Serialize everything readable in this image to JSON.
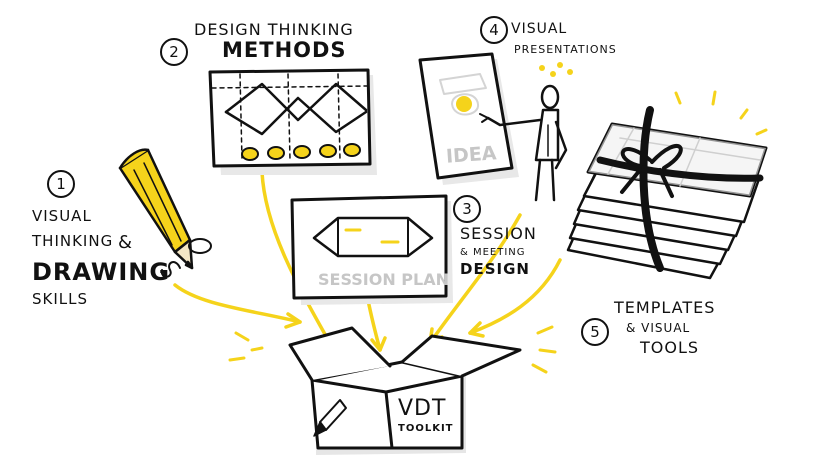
{
  "items": [
    {
      "number": "1",
      "lines": [
        "VISUAL",
        "THINKING",
        "DRAWING",
        "SKILLS"
      ],
      "ampersand": "&",
      "icon": "pencil-icon"
    },
    {
      "number": "2",
      "lines": [
        "DESIGN THINKING",
        "METHODS"
      ],
      "icon": "method-canvas-icon"
    },
    {
      "number": "3",
      "lines": [
        "SESSION",
        "& MEETING",
        "DESIGN"
      ],
      "icon": "session-plan-icon",
      "sheet_text": "SESSION PLAN"
    },
    {
      "number": "4",
      "lines": [
        "VISUAL",
        "PRESENTATIONS"
      ],
      "icon": "presenter-icon",
      "sheet_text": "IDEA"
    },
    {
      "number": "5",
      "lines": [
        "TEMPLATES",
        "& VISUAL",
        "TOOLS"
      ],
      "icon": "template-stack-icon"
    }
  ],
  "toolkit": {
    "title": "VDT",
    "subtitle": "TOOLKIT",
    "icon": "open-box-icon"
  },
  "colors": {
    "ink": "#111111",
    "accent": "#f5d31b",
    "paper": "#ffffff",
    "shade": "#e6e6e6"
  }
}
